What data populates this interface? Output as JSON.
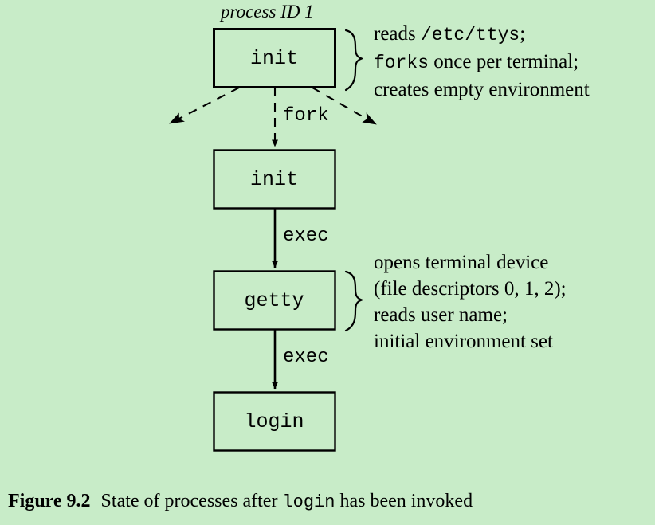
{
  "figure": {
    "background_color": "#c8ecc8",
    "stroke_color": "#000000",
    "caption_number": "Figure 9.2",
    "caption_text_before": "State of processes after",
    "caption_code": "login",
    "caption_text_after": "has been invoked"
  },
  "pid_label": "process ID 1",
  "boxes": [
    {
      "name": "init-top",
      "label": "init"
    },
    {
      "name": "init-child",
      "label": "init"
    },
    {
      "name": "getty",
      "label": "getty"
    },
    {
      "name": "login",
      "label": "login"
    }
  ],
  "edges": [
    {
      "name": "fork-edge",
      "label": "fork",
      "style": "dashed"
    },
    {
      "name": "exec-edge-1",
      "label": "exec",
      "style": "solid"
    },
    {
      "name": "exec-edge-2",
      "label": "exec",
      "style": "solid"
    }
  ],
  "annotations": [
    {
      "name": "init-annotation",
      "lines": [
        {
          "parts": [
            {
              "text": "reads ",
              "mono": false
            },
            {
              "text": "/etc/ttys",
              "mono": true
            },
            {
              "text": ";",
              "mono": false
            }
          ]
        },
        {
          "parts": [
            {
              "text": "forks",
              "mono": true
            },
            {
              "text": " once per terminal;",
              "mono": false
            }
          ]
        },
        {
          "parts": [
            {
              "text": "creates empty environment",
              "mono": false
            }
          ]
        }
      ]
    },
    {
      "name": "getty-annotation",
      "lines": [
        {
          "parts": [
            {
              "text": "opens terminal device",
              "mono": false
            }
          ]
        },
        {
          "parts": [
            {
              "text": "(file descriptors 0, 1, 2);",
              "mono": false
            }
          ]
        },
        {
          "parts": [
            {
              "text": "reads user name;",
              "mono": false
            }
          ]
        },
        {
          "parts": [
            {
              "text": "initial environment set",
              "mono": false
            }
          ]
        }
      ]
    }
  ]
}
